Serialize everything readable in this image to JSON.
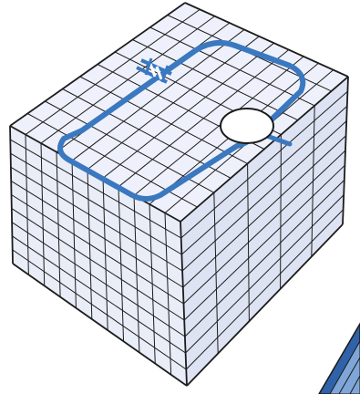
{
  "diagram": {
    "subject": "grid-block-with-circuit-loop",
    "grid": {
      "top_cols": 11,
      "top_rows": 10,
      "front_rows": 10,
      "right_cols": 5
    },
    "colors": {
      "face_top": "#eef1fb",
      "face_front": "#e9edf8",
      "face_right": "#dde3f3",
      "grid_line": "#1c1c1c",
      "circuit": "#3a78c0",
      "circuit_element": "#ffffff",
      "corner_fragment": "#2f62a8"
    },
    "icons": [
      "battery-symbol-icon",
      "resistor-circle-icon"
    ]
  }
}
